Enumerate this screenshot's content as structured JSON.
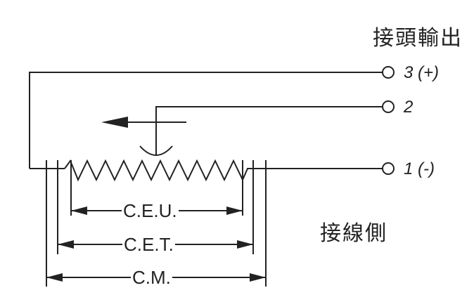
{
  "labels": {
    "output_heading": "接頭輸出",
    "wiring_side": "接線側"
  },
  "terminals": {
    "t3": "3 (+)",
    "t2": "2",
    "t1": "1 (-)"
  },
  "dimensions": {
    "ceu": "C.E.U.",
    "cet": "C.E.T.",
    "cm": "C.M."
  },
  "colors": {
    "line": "#222222",
    "background": "#ffffff"
  }
}
